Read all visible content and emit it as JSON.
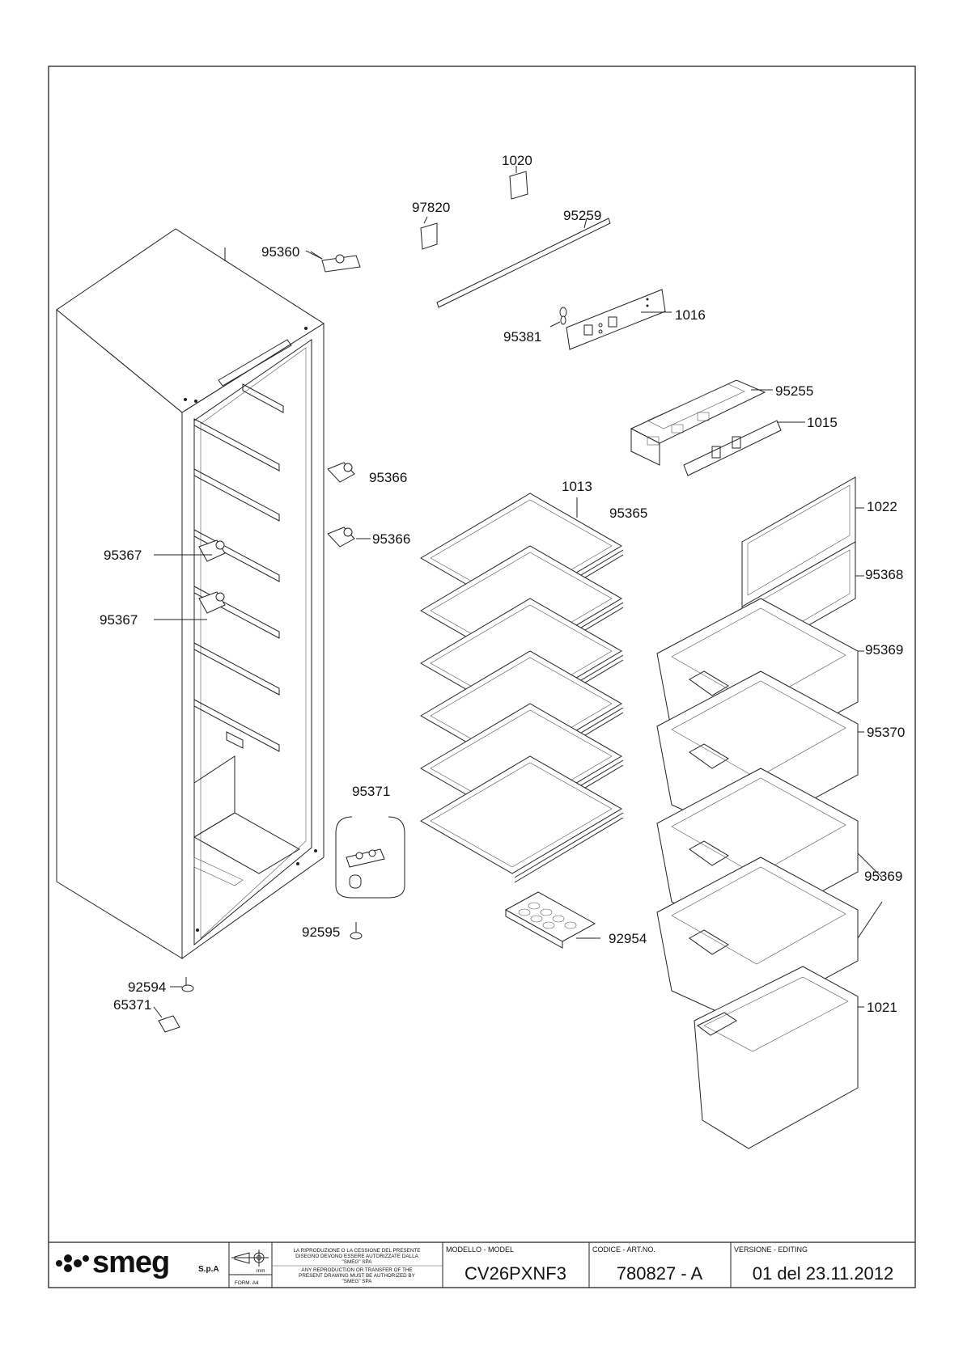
{
  "drawing": {
    "callouts": {
      "c1020": "1020",
      "c97820": "97820",
      "c95259": "95259",
      "c95360": "95360",
      "c95381": "95381",
      "c1016": "1016",
      "c95255": "95255",
      "c1015": "1015",
      "c95366a": "95366",
      "c95366b": "95366",
      "c1013": "1013",
      "c95365": "95365",
      "c1022": "1022",
      "c95367a": "95367",
      "c95367b": "95367",
      "c95368": "95368",
      "c95369a": "95369",
      "c95370": "95370",
      "c95371": "95371",
      "c95369b": "95369",
      "c92595": "92595",
      "c92594": "92594",
      "c65371": "65371",
      "c92954": "92954",
      "c1021": "1021"
    }
  },
  "title_block": {
    "logo_text": "smeg",
    "logo_suffix": "S.p.A",
    "unit": "mm",
    "form": "FORM. A4",
    "notice_it": [
      "LA RIPRODUZIONE O LA CESSIONE DEL PRESENTE",
      "DISEGNO DEVONO ESSERE AUTORIZZATE DALLA",
      "\"SMEG\" SPA"
    ],
    "notice_en": [
      "ANY REPRODUCTION OR TRANSFER OF THE",
      "PRESENT DRAWING MUST BE AUTHORIZED BY",
      "\"SMEG\" SPA"
    ],
    "model_label": "MODELLO - MODEL",
    "model_value": "CV26PXNF3",
    "code_label": "CODICE - ART.NO.",
    "code_value": "780827 - A",
    "version_label": "VERSIONE - EDITING",
    "version_value": "01 del 23.11.2012"
  }
}
